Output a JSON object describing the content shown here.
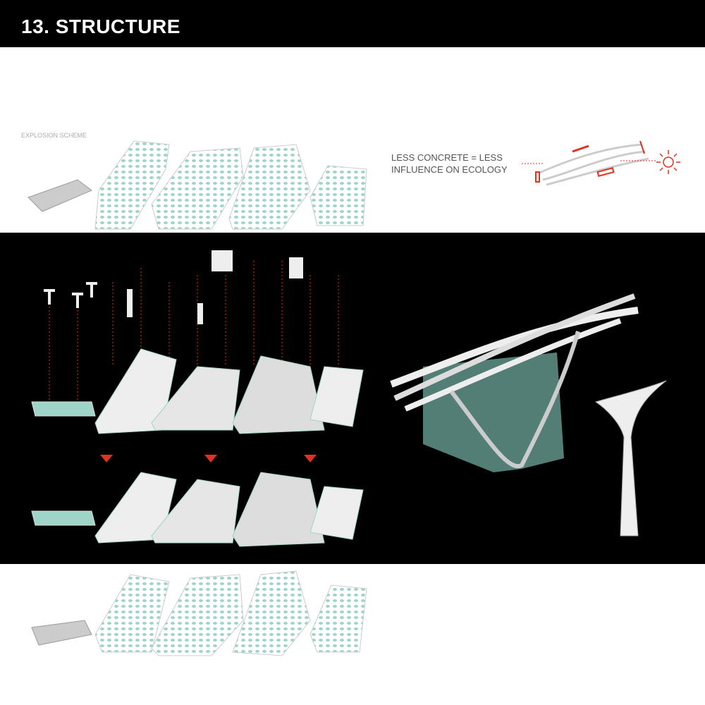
{
  "header": {
    "title": "13. STRUCTURE"
  },
  "explosion": {
    "caption": "EXPLOSION SCHEME"
  },
  "note": {
    "line1": "LESS CONCRETE = LESS",
    "line2": "INFLUENCE ON ECOLOGY"
  },
  "colors": {
    "accent": "#e0321e",
    "glass": "#b8e0d8",
    "background_band": "#000000"
  }
}
